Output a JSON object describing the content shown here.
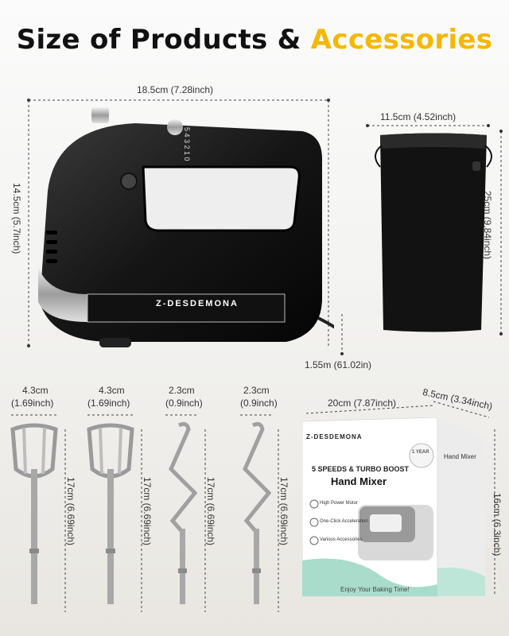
{
  "title": {
    "part1": "Size of Products & ",
    "part2": "Accessories"
  },
  "colors": {
    "title_dark": "#111111",
    "title_accent": "#f5b700"
  },
  "mixer": {
    "width": "18.5cm (7.28inch)",
    "height": "14.5cm (5.7inch)",
    "cord": "1.55m (61.02in)",
    "brand": "Z-DESDEMONA",
    "speed_dial": "5 4 3 2 1 0"
  },
  "bag": {
    "width": "11.5cm (4.52inch)",
    "height": "25cm (9.84inch)"
  },
  "accessories": [
    {
      "width_cm": "4.3cm",
      "width_in": "(1.69inch)",
      "length": "17cm (6.69inch)",
      "type": "beater"
    },
    {
      "width_cm": "4.3cm",
      "width_in": "(1.69inch)",
      "length": "17cm (6.69inch)",
      "type": "beater"
    },
    {
      "width_cm": "2.3cm",
      "width_in": "(0.9inch)",
      "length": "17cm (6.69inch)",
      "type": "dough-hook"
    },
    {
      "width_cm": "2.3cm",
      "width_in": "(0.9inch)",
      "length": "17cm (6.69inch)",
      "type": "dough-hook"
    }
  ],
  "box": {
    "width": "20cm (7.87inch)",
    "depth": "8.5cm (3.34inch)",
    "height": "16cm (6.3inch)",
    "brand": "Z-DESDEMONA",
    "badge": "1 YEAR",
    "subtitle": "5 SPEEDS & TURBO BOOST",
    "product": "Hand Mixer",
    "features": [
      "High Power Motor",
      "One-Click Acceleration",
      "Various Accessories"
    ],
    "footer": "Enjoy Your Baking Time!",
    "side_title": "Hand Mixer"
  }
}
